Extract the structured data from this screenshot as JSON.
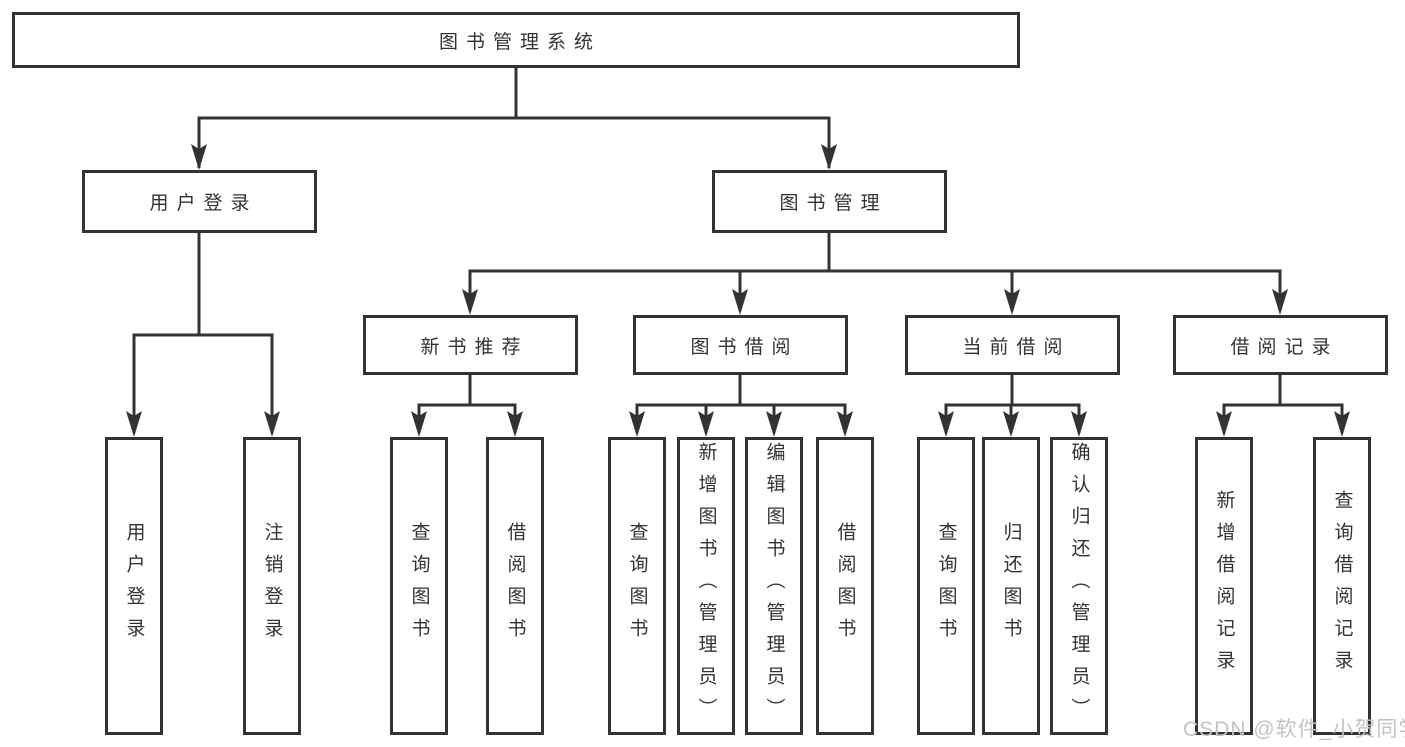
{
  "diagram": {
    "type": "hierarchy-tree",
    "title": "图书管理系统"
  },
  "tree": {
    "root": {
      "label": "图书管理系统"
    },
    "branches": [
      {
        "label": "用户登录",
        "children": [
          {
            "label": "用户登录"
          },
          {
            "label": "注销登录"
          }
        ]
      },
      {
        "label": "图书管理",
        "children": [
          {
            "label": "新书推荐",
            "children": [
              {
                "label": "查询图书"
              },
              {
                "label": "借阅图书"
              }
            ]
          },
          {
            "label": "图书借阅",
            "children": [
              {
                "label": "查询图书"
              },
              {
                "label": "新增图书（管理员）"
              },
              {
                "label": "编辑图书（管理员）"
              },
              {
                "label": "借阅图书"
              }
            ]
          },
          {
            "label": "当前借阅",
            "children": [
              {
                "label": "查询图书"
              },
              {
                "label": "归还图书"
              },
              {
                "label": "确认归还（管理员）"
              }
            ]
          },
          {
            "label": "借阅记录",
            "children": [
              {
                "label": "新增借阅记录"
              },
              {
                "label": "查询借阅记录"
              }
            ]
          }
        ]
      }
    ]
  },
  "watermark": {
    "text": "CSDN @软件_小贺同学"
  },
  "colors": {
    "line": "#333333",
    "box_border": "#333333",
    "text": "#333333",
    "background": "#ffffff",
    "watermark": "#c3c3c3"
  }
}
